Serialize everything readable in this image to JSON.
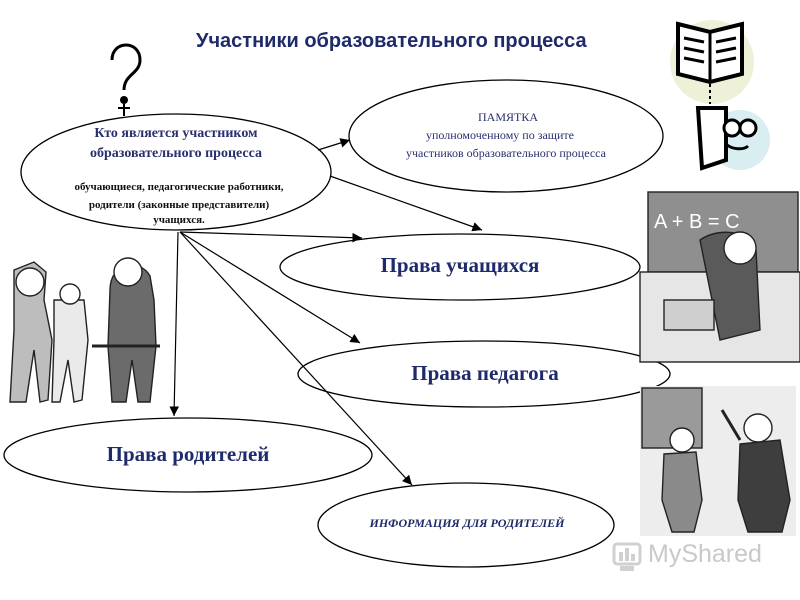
{
  "title": "Участники образовательного процесса",
  "question": {
    "line1": "Кто является участником",
    "line2": "образовательного процесса",
    "answer1": "обучающиеся,  педагогические работники,",
    "answer2": "родители (законные представители)",
    "answer3": "учащихся."
  },
  "memo": {
    "line1": "ПАМЯТКА",
    "line2": "уполномоченному по защите",
    "line3": "участников образовательного процесса"
  },
  "nodes": {
    "students": "Права учащихся",
    "teacher": "Права   педагога",
    "parents": "Права родителей",
    "info": "ИНФОРМАЦИЯ ДЛЯ РОДИТЕЛЕЙ"
  },
  "watermark": "MyShared",
  "colors": {
    "ink": "#1f2a6b",
    "line": "#000000"
  },
  "icons": [
    "question-mark-icon",
    "open-book-icon",
    "reader-face-icon",
    "watermark-logo-icon"
  ]
}
